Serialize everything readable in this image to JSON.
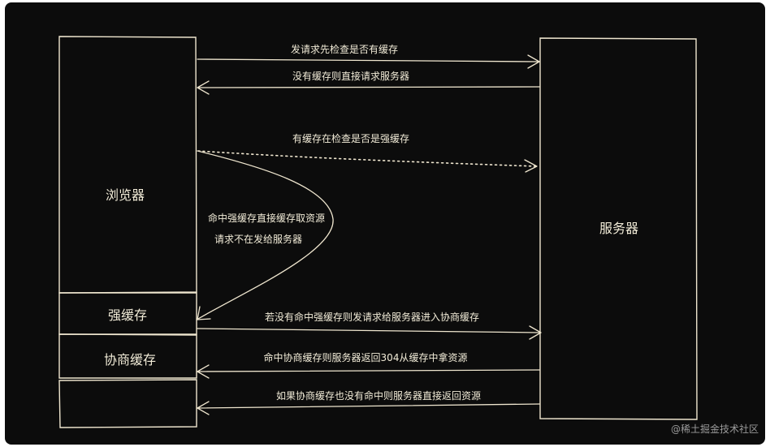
{
  "nodes": {
    "browser": "浏览器",
    "server": "服务器",
    "strong_cache": "强缓存",
    "negotiated_cache": "协商缓存"
  },
  "edges": {
    "request_check_cache": "发请求先检查是否有缓存",
    "no_cache_request": "没有缓存则直接请求服务器",
    "has_cache_check_strong": "有缓存在检查是否是强缓存",
    "strong_hit_line1": "命中强缓存直接缓存取资源",
    "strong_hit_line2": "请求不在发给服务器",
    "strong_miss": "若没有命中强缓存则发请求给服务器进入协商缓存",
    "negotiated_hit": "命中协商缓存则服务器返回304从缓存中拿资源",
    "negotiated_miss": "如果协商缓存也没有命中则服务器直接返回资源"
  },
  "watermark": "@稀土掘金技术社区"
}
